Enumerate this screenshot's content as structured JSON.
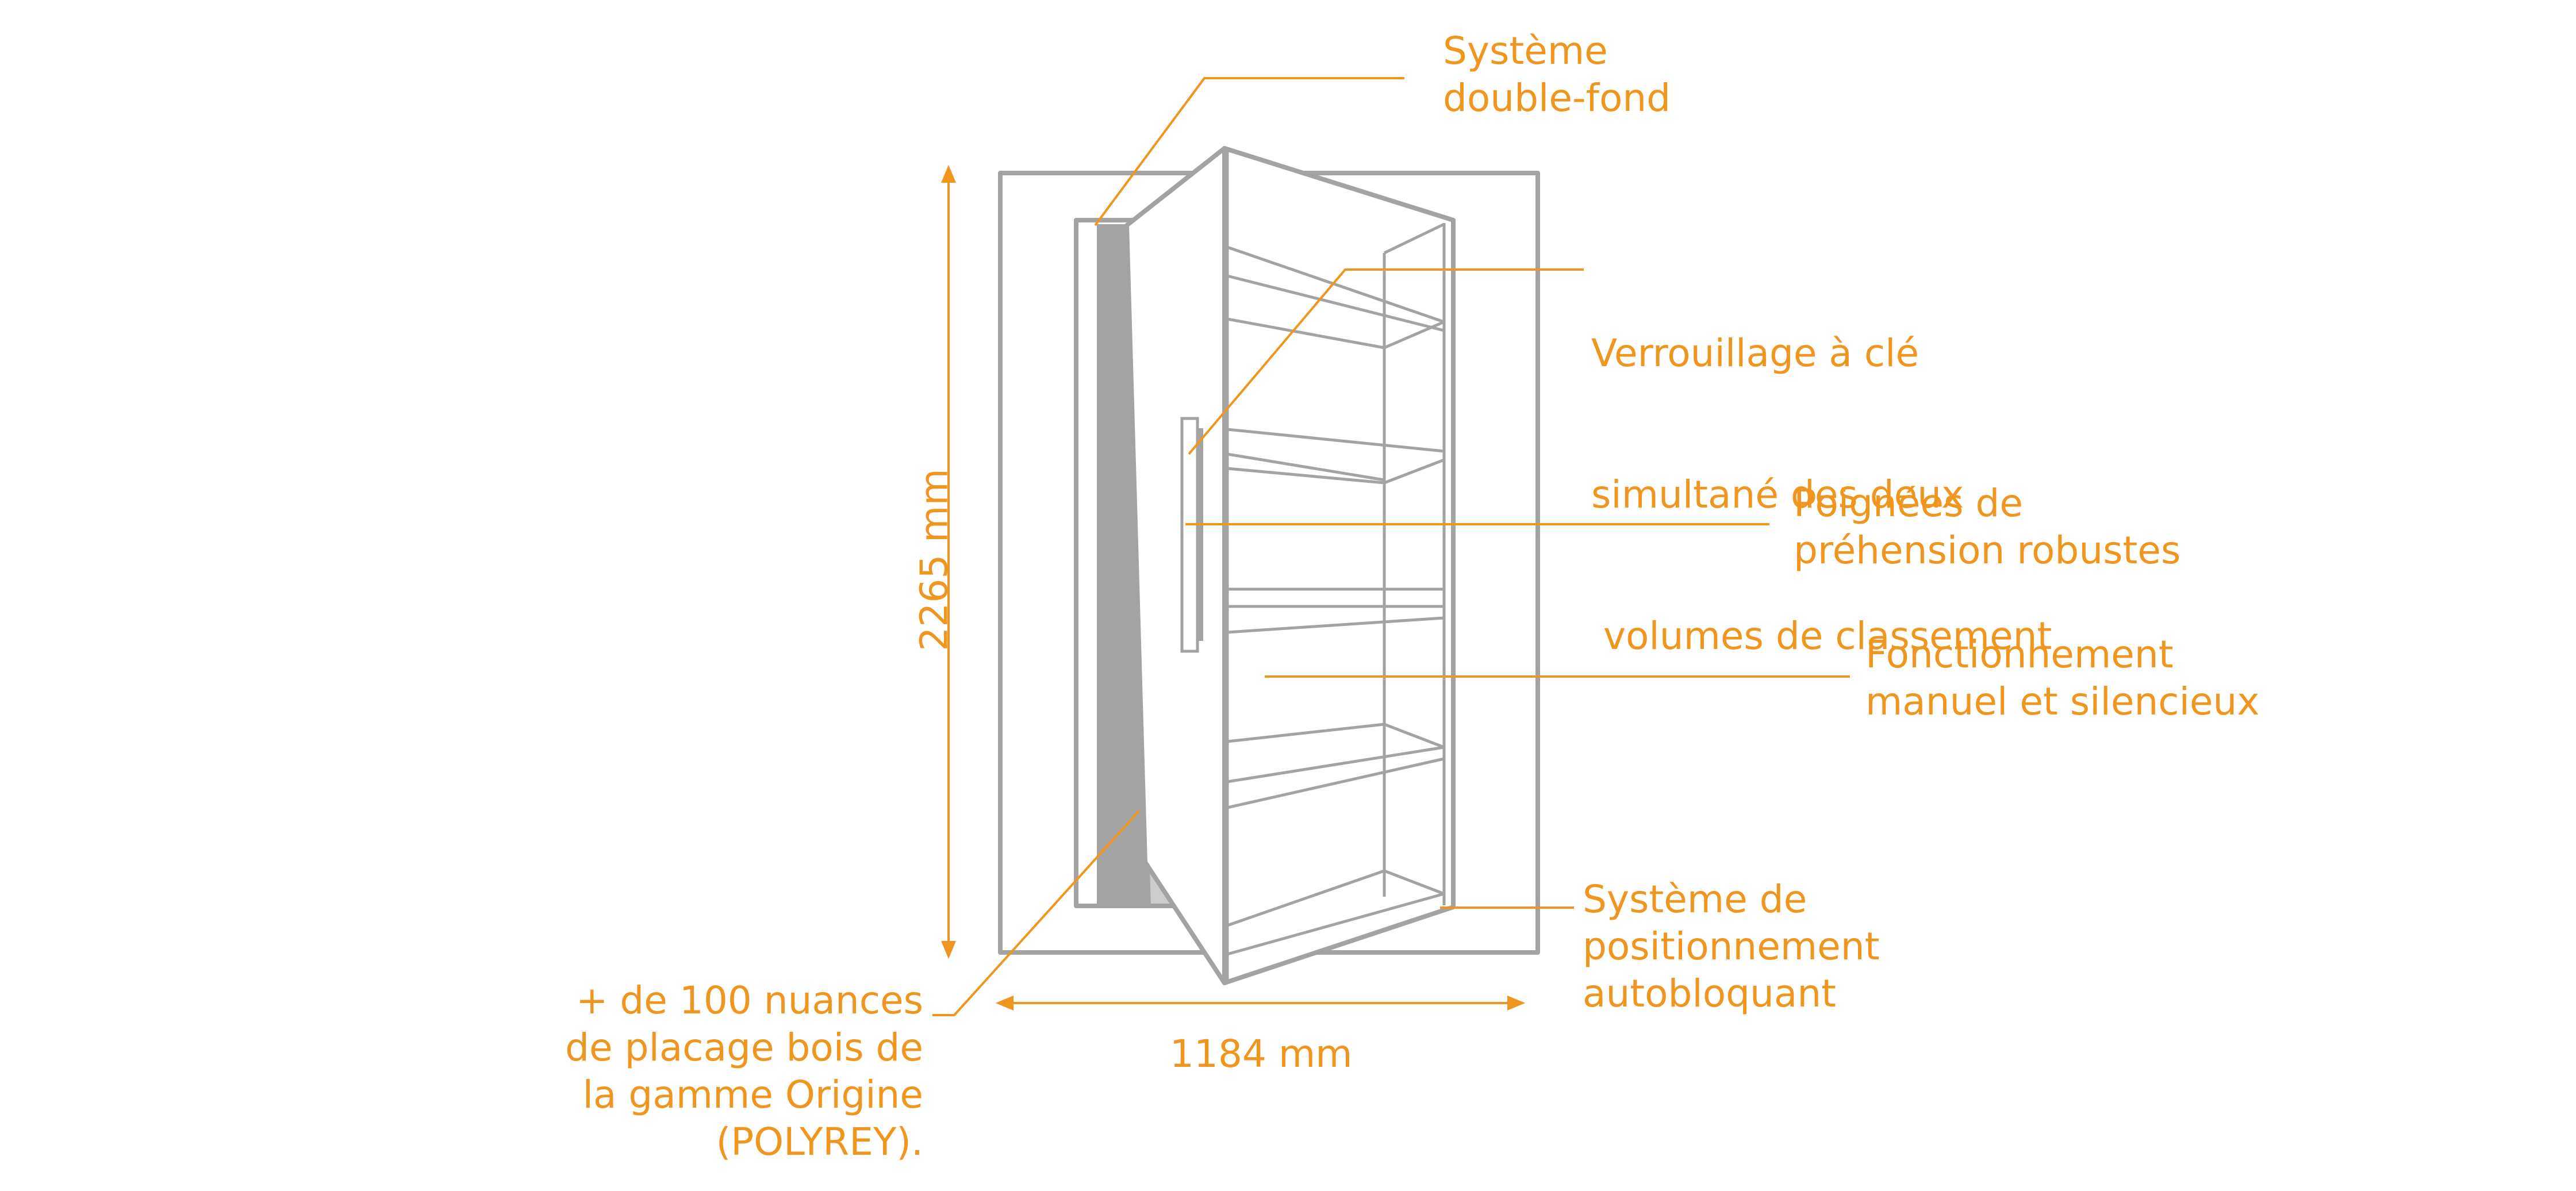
{
  "colors": {
    "accent": "#f0961e",
    "outline": "#a3a3a3",
    "panel_fill": "#a3a3a3",
    "background": "#ffffff"
  },
  "labels": {
    "double_fond": [
      "Système",
      "double-fond"
    ],
    "verrouillage": [
      "Verrouillage à clé",
      "simultané des deux",
      " volumes de classement"
    ],
    "poignees": [
      "Poignées de",
      "préhension robustes"
    ],
    "fonctionnement": [
      "Fonctionnement",
      "manuel et silencieux"
    ],
    "positionnement": [
      "Système de",
      "positionnement",
      "autobloquant"
    ],
    "placage": [
      "+ de 100 nuances",
      "de placage bois de",
      "la gamme Origine",
      "(POLYREY)."
    ]
  },
  "dimensions": {
    "height": "2265 mm",
    "width": "1184 mm"
  }
}
